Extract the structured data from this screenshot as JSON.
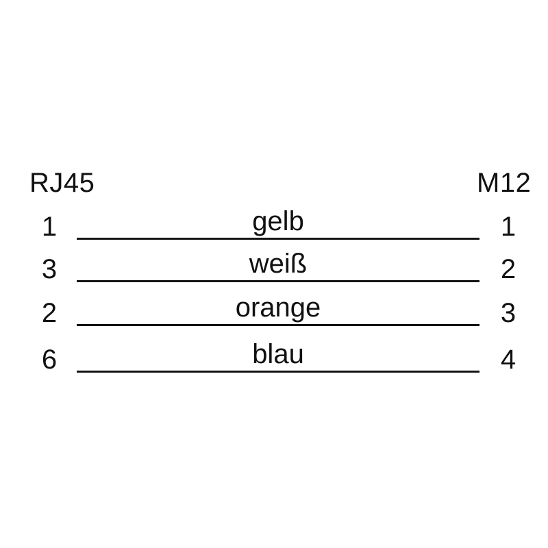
{
  "diagram": {
    "type": "wiring-pinout",
    "background_color": "#ffffff",
    "line_color": "#141414",
    "text_color": "#111111",
    "left_connector": "RJ45",
    "right_connector": "M12",
    "wires": [
      {
        "left_pin": "1",
        "color_label": "gelb",
        "right_pin": "1"
      },
      {
        "left_pin": "3",
        "color_label": "weiß",
        "right_pin": "2"
      },
      {
        "left_pin": "2",
        "color_label": "orange",
        "right_pin": "3"
      },
      {
        "left_pin": "6",
        "color_label": "blau",
        "right_pin": "4"
      }
    ]
  }
}
